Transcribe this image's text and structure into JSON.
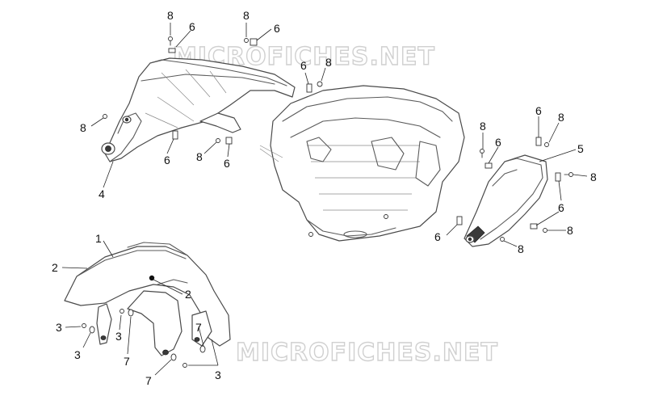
{
  "watermark": {
    "top": "MICROFICHES.NET",
    "bottom": "MICROFICHES.NET"
  },
  "callouts": {
    "c1": "8",
    "c2": "6",
    "c3": "8",
    "c4": "6",
    "c5": "6",
    "c6": "8",
    "c7": "8",
    "c8": "4",
    "c9": "6",
    "c10": "8",
    "c11": "6",
    "c12": "8",
    "c13": "6",
    "c14": "6",
    "c15": "8",
    "c16": "5",
    "c17": "8",
    "c18": "6",
    "c19": "6",
    "c20": "8",
    "c21": "8",
    "c22": "1",
    "c23": "2",
    "c24": "2",
    "c25": "3",
    "c26": "3",
    "c27": "3",
    "c28": "7",
    "c29": "7",
    "c30": "7",
    "c31": "3"
  }
}
